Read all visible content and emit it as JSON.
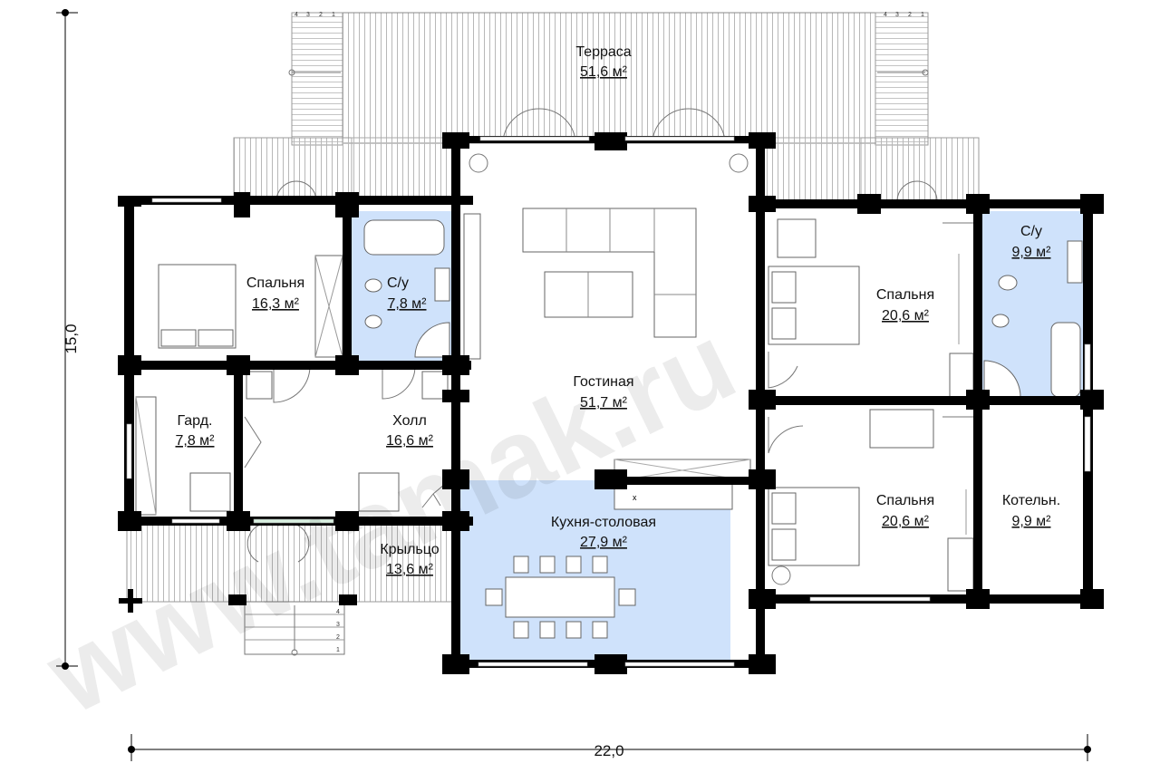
{
  "plan": {
    "rooms": [
      {
        "id": "terrace",
        "name": "Терраса",
        "area": "51,6 м²"
      },
      {
        "id": "bedroom-1",
        "name": "Спальня",
        "area": "16,3 м²"
      },
      {
        "id": "bath-1",
        "name": "С/у",
        "area": "7,8 м²"
      },
      {
        "id": "living",
        "name": "Гостиная",
        "area": "51,7 м²"
      },
      {
        "id": "bedroom-2",
        "name": "Спальня",
        "area": "20,6 м²"
      },
      {
        "id": "bath-2",
        "name": "С/у",
        "area": "9,9 м²"
      },
      {
        "id": "wardrobe",
        "name": "Гард.",
        "area": "7,8 м²"
      },
      {
        "id": "hall",
        "name": "Холл",
        "area": "16,6 м²"
      },
      {
        "id": "kitchen",
        "name": "Кухня-столовая",
        "area": "27,9 м²"
      },
      {
        "id": "bedroom-3",
        "name": "Спальня",
        "area": "20,6 м²"
      },
      {
        "id": "boiler",
        "name": "Котельн.",
        "area": "9,9 м²"
      },
      {
        "id": "porch",
        "name": "Крыльцо",
        "area": "13,6 м²"
      }
    ],
    "dimensions": {
      "width": "22,0",
      "height": "15,0"
    },
    "step_numbers": [
      "4",
      "3",
      "2",
      "1"
    ],
    "watermark": "www.tamak.ru",
    "stove_mark": "x",
    "colors": {
      "wet_zone": "#cfe2fb",
      "wall": "#000000",
      "deck_line": "#b8b8b8"
    }
  }
}
